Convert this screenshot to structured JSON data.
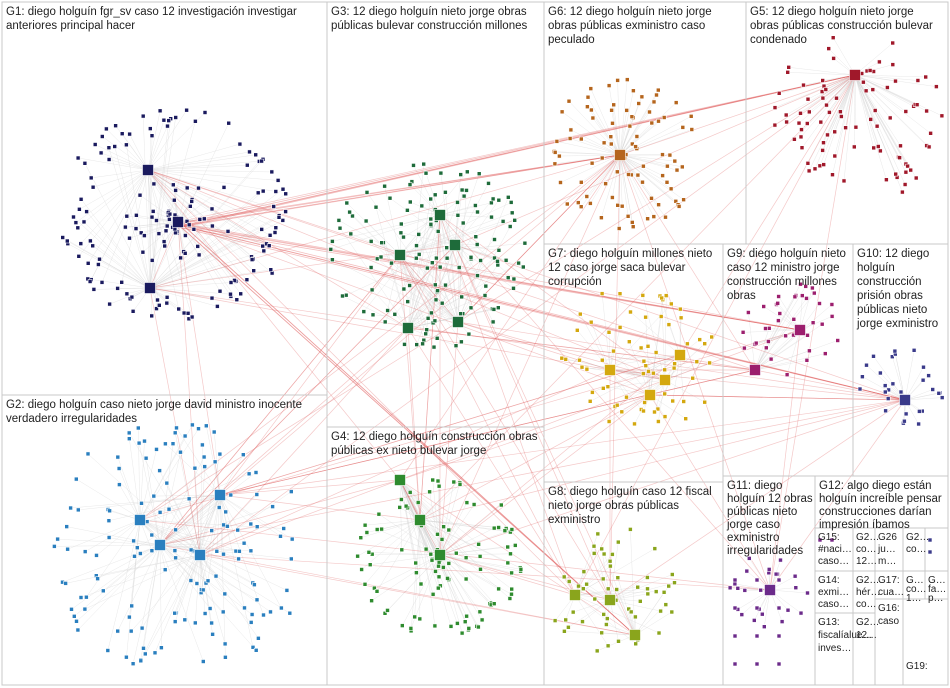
{
  "groups": [
    {
      "id": "G1",
      "label_lines": [
        "G1: diego holguín fgr_sv caso 12 investigación investigar",
        "anteriores principal hacer"
      ],
      "color": "#1a1a5e"
    },
    {
      "id": "G2",
      "label_lines": [
        "G2: diego holguín caso nieto jorge david ministro inocente",
        "verdadero irregularidades"
      ],
      "color": "#2a7fbf"
    },
    {
      "id": "G3",
      "label_lines": [
        "G3: 12 diego holguín nieto jorge obras",
        "públicas bulevar construcción millones"
      ],
      "color": "#1e6b3a"
    },
    {
      "id": "G4",
      "label_lines": [
        "G4: 12 diego holguín construcción obras",
        "públicas ex nieto bulevar jorge"
      ],
      "color": "#2e8b2e"
    },
    {
      "id": "G5",
      "label_lines": [
        "G5: 12 diego holguín nieto jorge",
        "obras públicas construcción bulevar",
        "condenado"
      ],
      "color": "#a0182a"
    },
    {
      "id": "G6",
      "label_lines": [
        "G6: 12 diego holguín nieto jorge",
        "obras públicas exministro caso",
        "peculado"
      ],
      "color": "#b5651d"
    },
    {
      "id": "G7",
      "label_lines": [
        "G7: diego holguín millones nieto",
        "12 caso jorge saca bulevar",
        "corrupción"
      ],
      "color": "#d4a80f"
    },
    {
      "id": "G8",
      "label_lines": [
        "G8: diego holguín caso 12 fiscal",
        "nieto jorge obras públicas",
        "exministro"
      ],
      "color": "#8aa51c"
    },
    {
      "id": "G9",
      "label_lines": [
        "G9: diego holguín nieto",
        "caso 12 ministro jorge",
        "construcción millones",
        "obras"
      ],
      "color": "#9c1f6e"
    },
    {
      "id": "G10",
      "label_lines": [
        "G10: 12 diego",
        "holguín",
        "construcción",
        "prisión obras",
        "públicas nieto",
        "jorge exministro"
      ],
      "color": "#3a3a8a"
    },
    {
      "id": "G11",
      "label_lines": [
        "G11: diego",
        "holguín 12 obras",
        "públicas nieto",
        "jorge caso",
        "exministro",
        "irregularidades"
      ],
      "color": "#6b2a8a"
    },
    {
      "id": "G12",
      "label_lines": [
        "G12: algo diego están",
        "holguín increíble pensar",
        "construcciones darían",
        "impresión íbamos"
      ],
      "color": "#555555"
    },
    {
      "id": "G15",
      "label_lines": [
        "G15:",
        "#naci…",
        "caso…"
      ],
      "color": "#555555"
    },
    {
      "id": "G2x",
      "label_lines": [
        "G2…",
        "co…",
        "12…"
      ],
      "color": "#555555"
    },
    {
      "id": "G26",
      "label_lines": [
        "G26",
        "ju…",
        "m…"
      ],
      "color": "#555555"
    },
    {
      "id": "G2y",
      "label_lines": [
        "G2…",
        "co…"
      ],
      "color": "#555555"
    },
    {
      "id": "G14",
      "label_lines": [
        "G14:",
        "exmi…",
        "caso…"
      ],
      "color": "#555555"
    },
    {
      "id": "G2z",
      "label_lines": [
        "G2…",
        "hér…",
        "co…"
      ],
      "color": "#555555"
    },
    {
      "id": "G17",
      "label_lines": [
        "G17:",
        "cua…"
      ],
      "color": "#555555"
    },
    {
      "id": "G2w",
      "label_lines": [
        "G…",
        "co…",
        "1…"
      ],
      "color": "#555555"
    },
    {
      "id": "G2v",
      "label_lines": [
        "G…",
        "fa…",
        "p…"
      ],
      "color": "#555555"
    },
    {
      "id": "G13",
      "label_lines": [
        "G13:",
        "fiscalíalue…",
        "inves…"
      ],
      "color": "#555555"
    },
    {
      "id": "G2u",
      "label_lines": [
        "G2…",
        "12…"
      ],
      "color": "#555555"
    },
    {
      "id": "G16",
      "label_lines": [
        "G16:",
        "caso"
      ],
      "color": "#555555"
    },
    {
      "id": "G19",
      "label_lines": [
        "G19:"
      ],
      "color": "#555555"
    }
  ],
  "colors": {
    "edge": "#e8a0a0",
    "edge_strong": "#e06060",
    "panel_border": "#c8c8c8",
    "grey_edge": "#d5d5d5"
  }
}
